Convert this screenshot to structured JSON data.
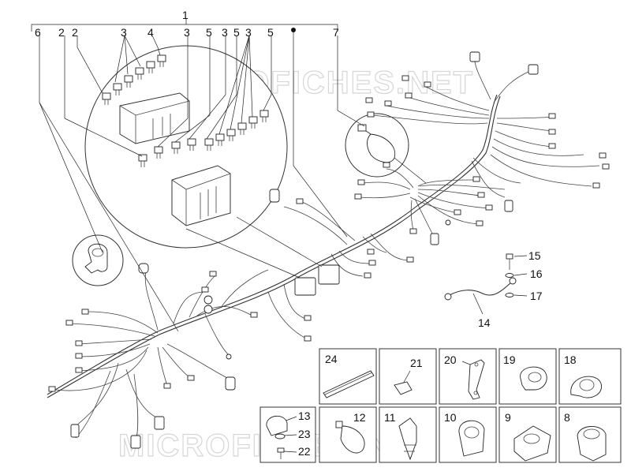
{
  "watermark": "MICROFICHES.NET",
  "callouts": {
    "c1": "1",
    "c2a": "2",
    "c2b": "2",
    "c3a": "3",
    "c3b": "3",
    "c3c": "3",
    "c3d": "3",
    "c4": "4",
    "c5a": "5",
    "c5b": "5",
    "c5c": "5",
    "c6": "6",
    "c7": "7",
    "c8": "8",
    "c9": "9",
    "c10": "10",
    "c11": "11",
    "c12": "12",
    "c13": "13",
    "c14": "14",
    "c15": "15",
    "c16": "16",
    "c17": "17",
    "c18": "18",
    "c19": "19",
    "c20": "20",
    "c21": "21",
    "c22": "22",
    "c23": "23",
    "c24": "24"
  },
  "icons": [
    "fuse-icon",
    "fuse-box-icon",
    "relay-holder-icon",
    "clamp-icon",
    "cable-tie-icon",
    "screw-icon",
    "washer-icon"
  ]
}
